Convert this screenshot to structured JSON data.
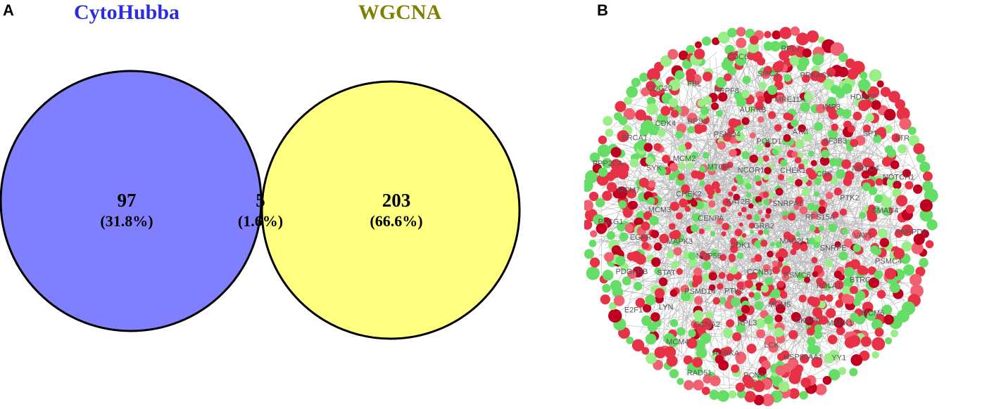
{
  "panels": {
    "a": "A",
    "b": "B"
  },
  "venn": {
    "left": {
      "title": "CytoHubba",
      "count": "97",
      "percent": "(31.8%)",
      "title_color": "#2b2bdf",
      "fill": "#8080ff"
    },
    "right": {
      "title": "WGCNA",
      "count": "203",
      "percent": "(66.6%)",
      "title_color": "#808000",
      "fill": "#ffff80"
    },
    "overlap": {
      "count": "5",
      "percent": "(1.6%)",
      "fill": "#c0c080"
    }
  },
  "network": {
    "colors": {
      "edge": "#a0a0a0",
      "node_dark": "#c00020",
      "node_red": "#e63146",
      "node_pink": "#f06070",
      "node_green": "#66dd66",
      "node_light_green": "#99ee88"
    },
    "labels": [
      "GRB2",
      "KAT2B",
      "SNRPA1",
      "CDK1",
      "NCOR1",
      "MAD2L1",
      "CENPA",
      "CHEK1",
      "CCNB1",
      "MTOR",
      "RPS15A",
      "NOP56",
      "POLD1",
      "PSMC6",
      "CHEK2",
      "CBK",
      "PTK2",
      "PSMD4",
      "SNRPE",
      "MAPK3",
      "ATM",
      "MCM5",
      "MCM2",
      "PTK2",
      "PSMD14",
      "AURKB",
      "POLA1",
      "MCM3",
      "SF3B3",
      "RPL3",
      "RPS3",
      "VAV1",
      "STAT",
      "MRE11A",
      "CKAP5",
      "SYK",
      "MRTO4",
      "CCNA2",
      "PRPF8",
      "BTRC",
      "EGFR",
      "IMP3",
      "LCK",
      "CDK4",
      "SMAD4",
      "LYN",
      "SMC3",
      "MAPK1",
      "MCM7",
      "SP1",
      "AURKA",
      "FBL",
      "PSMC4",
      "PDGFRB",
      "PRKACA",
      "HSP90AA1",
      "BRCA1",
      "NOTCH1",
      "MCM4",
      "CDC6",
      "MCM6",
      "PLCG1",
      "HDAC2",
      "PCNA",
      "CDC20",
      "SNRPD2",
      "E2F1",
      "RPL7",
      "YY1",
      "PPP2CA",
      "ATR",
      "RAD51"
    ]
  }
}
